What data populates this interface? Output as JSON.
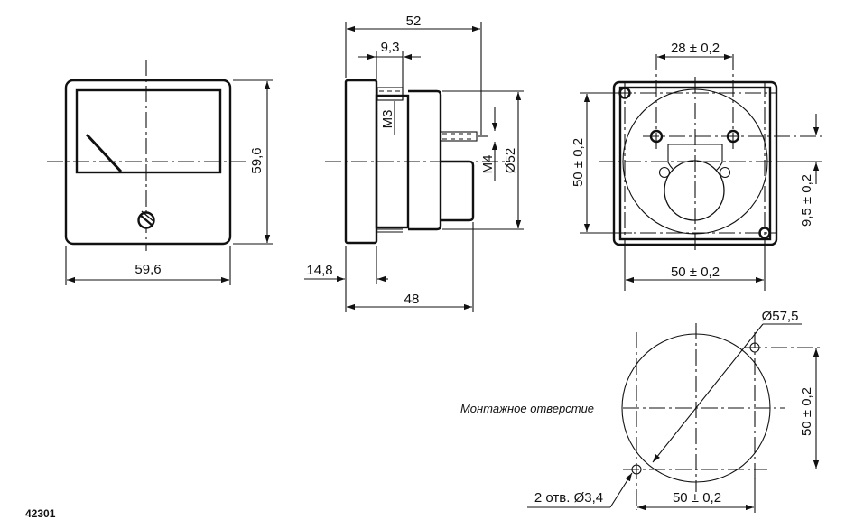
{
  "front_view": {
    "width_label": "59,6",
    "height_label": "59,6"
  },
  "side_view": {
    "overall_length_label": "52",
    "stud_offset_label": "9,3",
    "screw_label": "M3",
    "stud_label": "M4",
    "body_diameter_label": "Ø52",
    "flange_label": "14,8",
    "body_length_label": "48"
  },
  "rear_view": {
    "top_spacing_label": "28 ± 0,2",
    "height_label": "50 ± 0,2",
    "offset_label": "9,5 ± 0,2",
    "width_label": "50 ± 0,2"
  },
  "mounting_hole": {
    "title": "Монтажное отверстие",
    "diameter_label": "Ø57,5",
    "height_label": "50 ± 0,2",
    "width_label": "50 ± 0,2",
    "holes_label": "2 отв. Ø3,4"
  },
  "drawing_code": "42301"
}
